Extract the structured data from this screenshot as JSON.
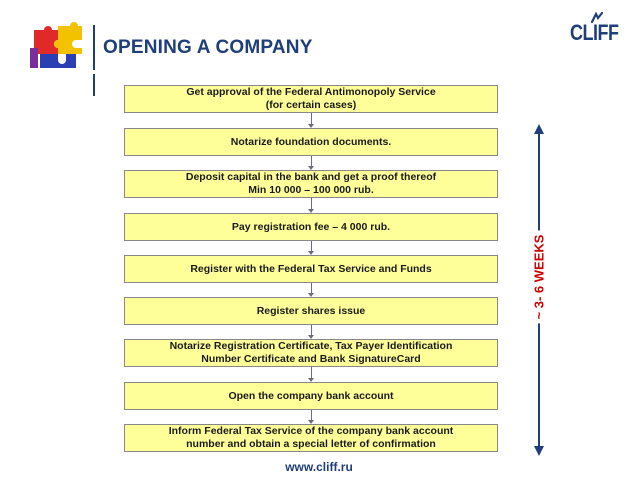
{
  "header": {
    "title": "OPENING A COMPANY",
    "brand": "CLIFF"
  },
  "steps": [
    {
      "text": "Get approval of the Federal Antimonopoly Service\n(for certain cases)"
    },
    {
      "text": "Notarize foundation documents."
    },
    {
      "text": "Deposit capital in the bank and get a proof thereof\nMin 10 000 – 100 000 rub."
    },
    {
      "text": "Pay registration fee – 4 000 rub."
    },
    {
      "text": "Register with the Federal Tax Service and Funds"
    },
    {
      "text": "Register shares issue"
    },
    {
      "text": "Notarize Registration Certificate, Tax Payer Identification\nNumber Certificate and Bank SignatureCard"
    },
    {
      "text": "Open the company bank account"
    },
    {
      "text": "Inform Federal Tax Service of the company bank account\nnumber and obtain a special letter of confirmation"
    }
  ],
  "duration": {
    "label": "~ 3- 6 WEEKS"
  },
  "footer": {
    "url": "www.cliff.ru"
  },
  "colors": {
    "box_fill": "#ffff99",
    "title": "#1f3f7a",
    "duration_arrow": "#1f3f7a",
    "duration_label": "#cc0000"
  }
}
